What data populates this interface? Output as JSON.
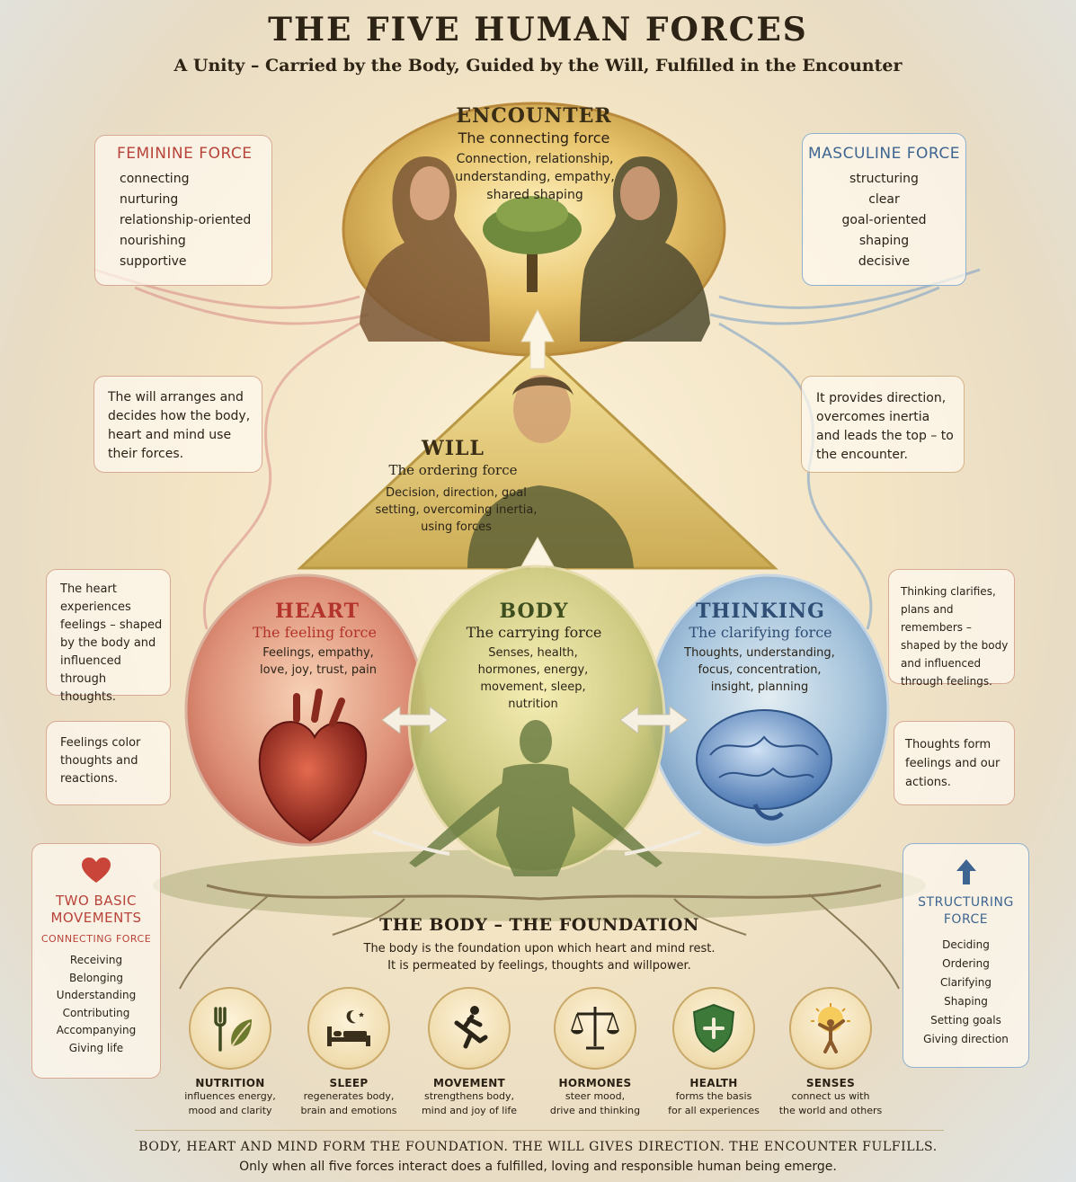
{
  "header": {
    "title": "THE FIVE HUMAN FORCES",
    "subtitle": "A Unity – Carried by the Body, Guided by the Will, Fulfilled in the Encounter"
  },
  "encounter": {
    "title": "ENCOUNTER",
    "subtitle": "The connecting force",
    "description": "Connection, relationship, understanding, empathy, shared shaping"
  },
  "feminine": {
    "title": "FEMININE FORCE",
    "items": [
      "connecting",
      "nurturing",
      "relationship-oriented",
      "nourishing",
      "supportive"
    ]
  },
  "masculine": {
    "title": "MASCULINE FORCE",
    "items": [
      "structuring",
      "clear",
      "goal-oriented",
      "shaping",
      "decisive"
    ]
  },
  "notes": {
    "will_left": "The will arranges and decides how the body, heart and mind use their forces.",
    "will_right": "It provides direction, overcomes inertia and leads the top – to the encounter.",
    "heart_left": "The heart experiences feelings – shaped by the body and influenced through thoughts.",
    "heart_left2": "Feelings color thoughts and reactions.",
    "thinking_right": "Thinking clarifies, plans and remembers – shaped by the body and influenced through feelings.",
    "thinking_right2": "Thoughts form feelings and our actions."
  },
  "will": {
    "title": "WILL",
    "subtitle": "The ordering force",
    "description": "Decision, direction, goal setting, overcoming inertia, using forces"
  },
  "heart": {
    "title": "HEART",
    "subtitle": "The feeling force",
    "description": "Feelings, empathy, love, joy, trust, pain"
  },
  "body": {
    "title": "BODY",
    "subtitle": "The carrying force",
    "description": "Senses, health, hormones, energy, movement, sleep, nutrition"
  },
  "thinking": {
    "title": "THINKING",
    "subtitle": "The clarifying force",
    "description": "Thoughts, understanding, focus, concentration, insight, planning"
  },
  "basic_movements": {
    "title": "TWO BASIC MOVEMENTS",
    "subtitle": "CONNECTING FORCE",
    "items": [
      "Receiving",
      "Belonging",
      "Understanding",
      "Contributing",
      "Accompanying",
      "Giving life"
    ]
  },
  "structuring": {
    "title": "STRUCTURING FORCE",
    "items": [
      "Deciding",
      "Ordering",
      "Clarifying",
      "Shaping",
      "Setting goals",
      "Giving direction"
    ]
  },
  "foundation": {
    "title": "THE BODY – THE FOUNDATION",
    "line1": "The body is the foundation upon which heart and mind rest.",
    "line2": "It is permeated by feelings, thoughts and willpower."
  },
  "pillars": [
    {
      "label": "NUTRITION",
      "desc1": "influences energy,",
      "desc2": "mood and clarity",
      "icon": "fork-leaf-icon"
    },
    {
      "label": "SLEEP",
      "desc1": "regenerates body,",
      "desc2": "brain and emotions",
      "icon": "bed-moon-icon"
    },
    {
      "label": "MOVEMENT",
      "desc1": "strengthens body,",
      "desc2": "mind and joy of life",
      "icon": "runner-icon"
    },
    {
      "label": "HORMONES",
      "desc1": "steer mood,",
      "desc2": "drive and thinking",
      "icon": "scales-icon"
    },
    {
      "label": "HEALTH",
      "desc1": "forms the basis",
      "desc2": "for all experiences",
      "icon": "shield-cross-icon"
    },
    {
      "label": "SENSES",
      "desc1": "connect us with",
      "desc2": "the world and others",
      "icon": "sun-person-icon"
    }
  ],
  "footer": {
    "line": "BODY, HEART AND MIND FORM THE FOUNDATION. THE WILL GIVES DIRECTION. THE ENCOUNTER FULFILLS.",
    "sub": "Only when all five forces interact does a fulfilled, loving and responsible human being emerge."
  },
  "colors": {
    "feminine": "#b8433a",
    "masculine": "#3e6591",
    "heart": "#b3342b",
    "body": "#3e4d1e",
    "thinking": "#2f4e76",
    "gold": "#c9a34f"
  }
}
